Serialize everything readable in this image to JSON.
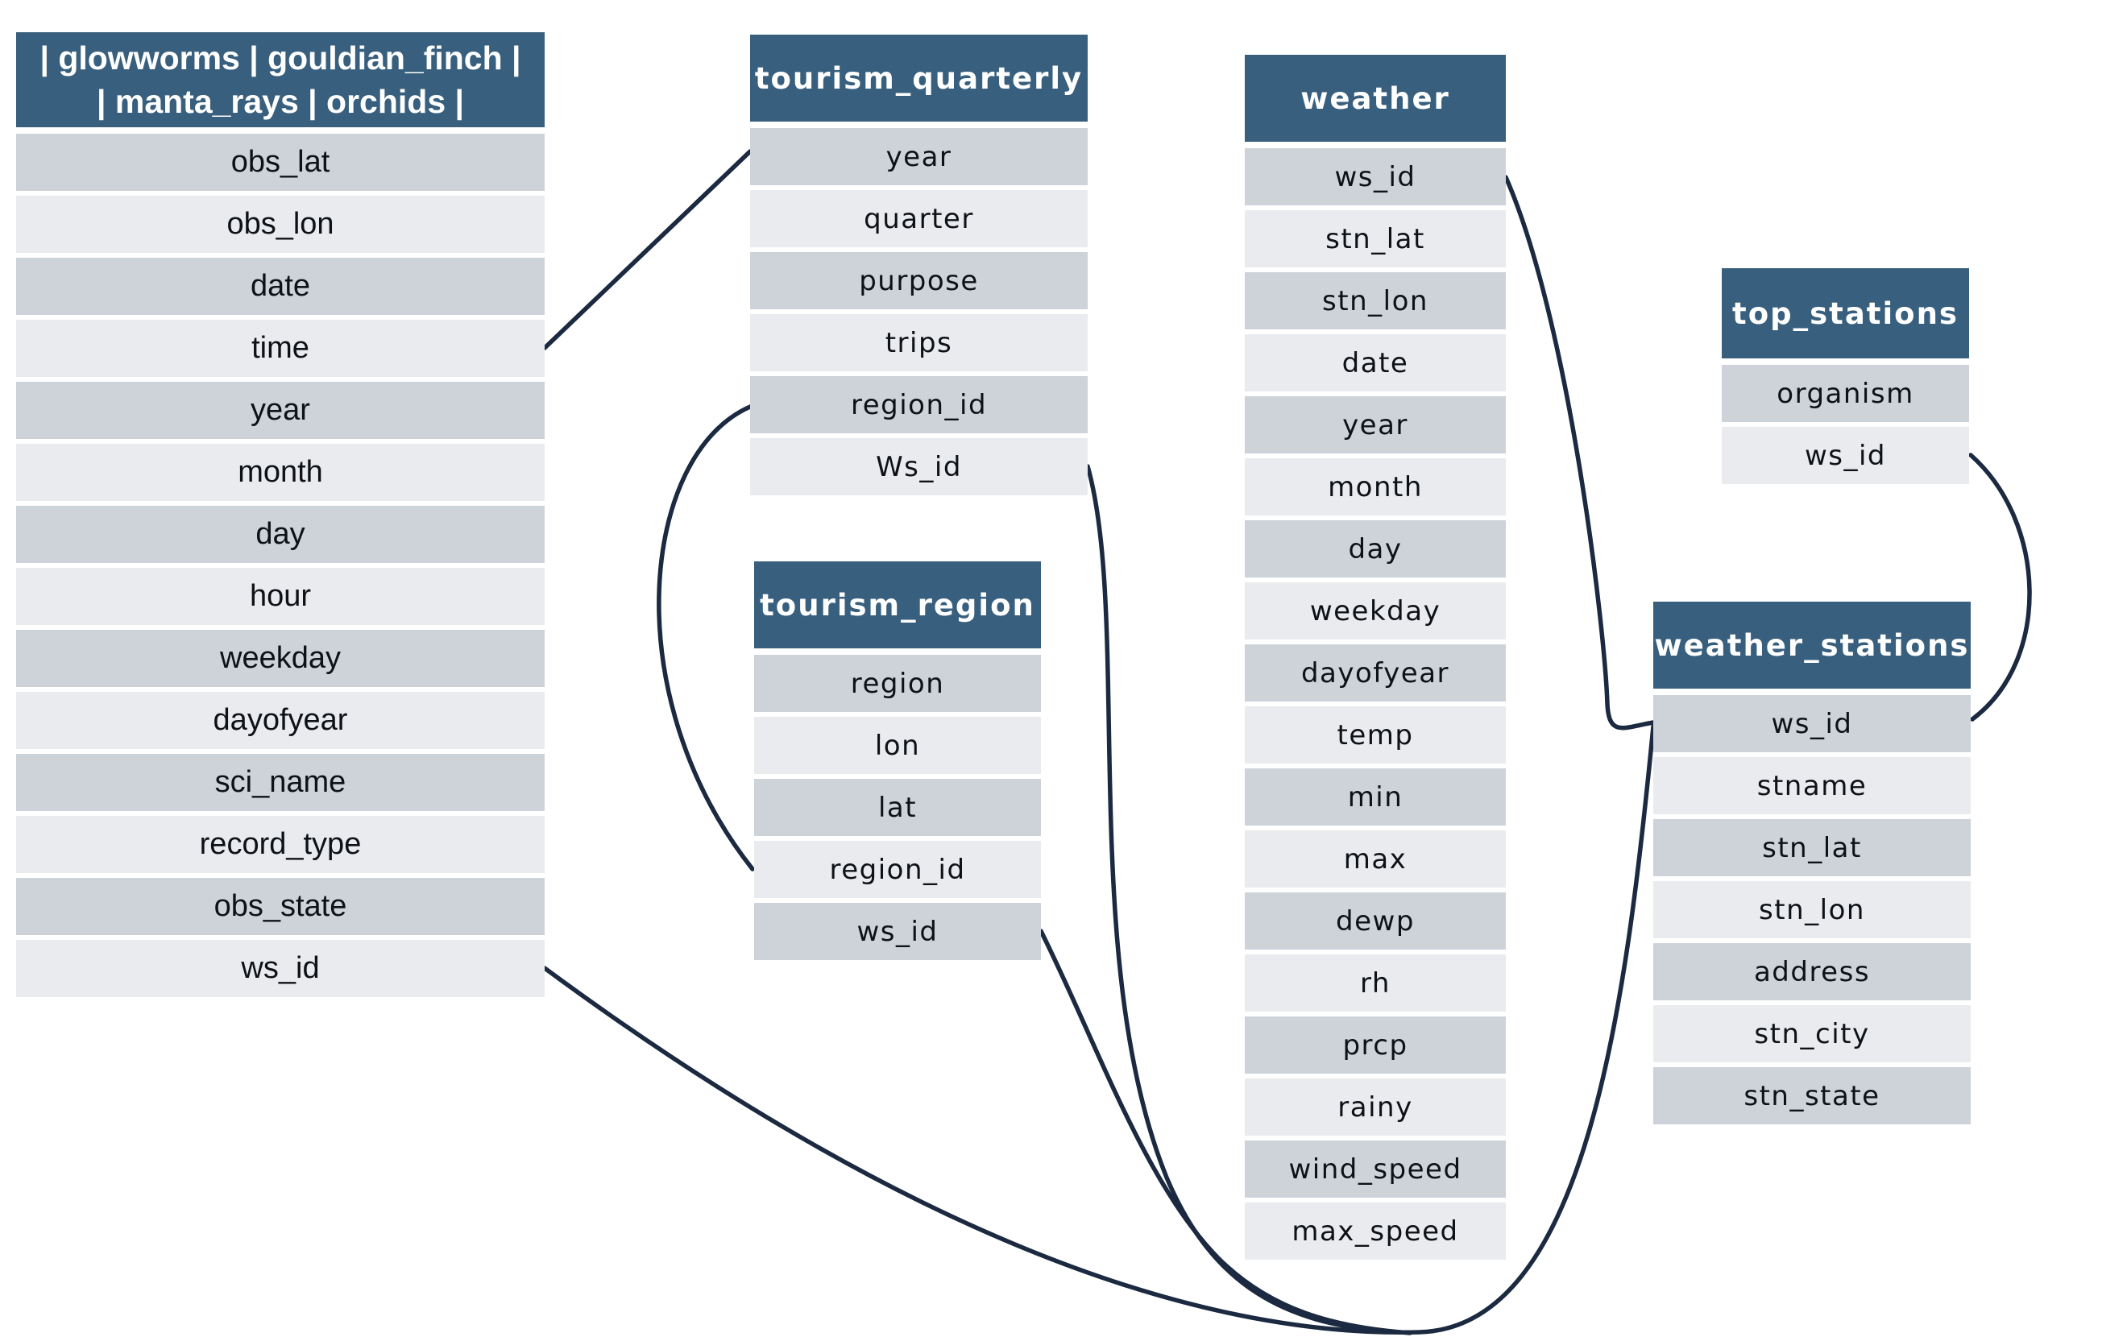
{
  "diagram": {
    "colors": {
      "background": "#ffffff",
      "header_bg": "#38607e",
      "header_text": "#ffffff",
      "row_dark": "#ced3da",
      "row_light": "#e9ebee",
      "row_text": "#0e1116",
      "connector": "#1b2a40"
    },
    "tables": [
      {
        "id": "organism_observations",
        "title_lines": [
          "| glowworms | gouldian_finch |",
          "| manta_rays | orchids |"
        ],
        "columns": [
          "obs_lat",
          "obs_lon",
          "date",
          "time",
          "year",
          "month",
          "day",
          "hour",
          "weekday",
          "dayofyear",
          "sci_name",
          "record_type",
          "obs_state",
          "ws_id"
        ]
      },
      {
        "id": "tourism_quarterly",
        "title_lines": [
          "tourism_quarterly"
        ],
        "columns": [
          "year",
          "quarter",
          "purpose",
          "trips",
          "region_id",
          "Ws_id"
        ]
      },
      {
        "id": "tourism_region",
        "title_lines": [
          "tourism_region"
        ],
        "columns": [
          "region",
          "lon",
          "lat",
          "region_id",
          "ws_id"
        ]
      },
      {
        "id": "weather",
        "title_lines": [
          "weather"
        ],
        "columns": [
          "ws_id",
          "stn_lat",
          "stn_lon",
          "date",
          "year",
          "month",
          "day",
          "weekday",
          "dayofyear",
          "temp",
          "min",
          "max",
          "dewp",
          "rh",
          "prcp",
          "rainy",
          "wind_speed",
          "max_speed"
        ]
      },
      {
        "id": "top_stations",
        "title_lines": [
          "top_stations"
        ],
        "columns": [
          "organism",
          "ws_id"
        ]
      },
      {
        "id": "weather_stations",
        "title_lines": [
          "weather_stations"
        ],
        "columns": [
          "ws_id",
          "stname",
          "stn_lat",
          "stn_lon",
          "address",
          "stn_city",
          "stn_state"
        ]
      }
    ],
    "relationships": [
      {
        "from": "organism_observations.time",
        "to": "tourism_quarterly.year"
      },
      {
        "from": "tourism_quarterly.region_id",
        "to": "tourism_region.region_id"
      },
      {
        "from": "tourism_quarterly.Ws_id",
        "to": "weather_stations.ws_id"
      },
      {
        "from": "tourism_region.ws_id",
        "to": "weather_stations.ws_id"
      },
      {
        "from": "organism_observations.ws_id",
        "to": "weather_stations.ws_id"
      },
      {
        "from": "weather.ws_id",
        "to": "weather_stations.ws_id"
      },
      {
        "from": "top_stations.ws_id",
        "to": "weather_stations.ws_id"
      }
    ]
  }
}
